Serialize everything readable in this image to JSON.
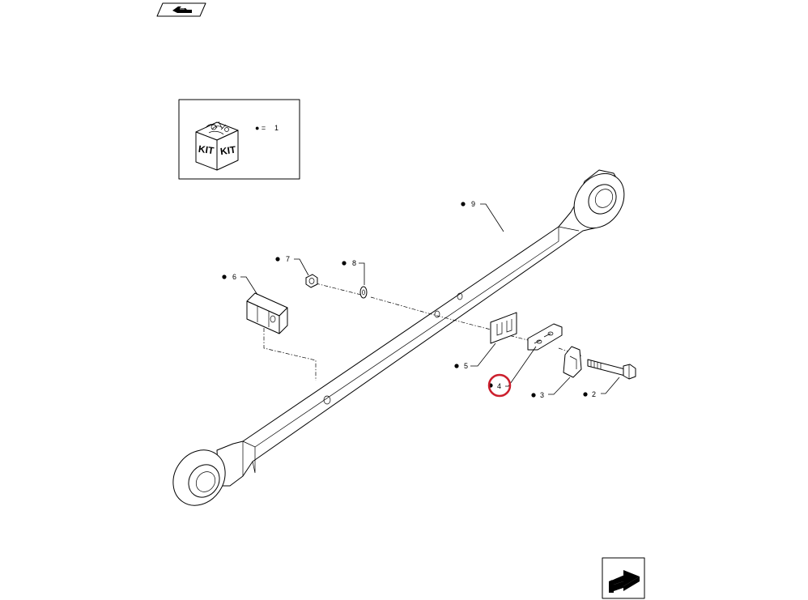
{
  "colors": {
    "line": "#000000",
    "background": "#ffffff",
    "highlight": "#cc1f2d"
  },
  "nav": {
    "previous_icon": "hand-pointing-left-icon",
    "next_icon": "arrow-forward-icon"
  },
  "kit_legend": {
    "icon": "kit-box-icon",
    "box_text": [
      "KIT",
      "KIT"
    ],
    "symbol": "● =",
    "item": "1"
  },
  "callouts": [
    {
      "id": "9",
      "label": "9"
    },
    {
      "id": "7",
      "label": "7"
    },
    {
      "id": "8",
      "label": "8"
    },
    {
      "id": "6",
      "label": "6"
    },
    {
      "id": "5",
      "label": "5"
    },
    {
      "id": "4",
      "label": "4",
      "highlighted": true
    },
    {
      "id": "3",
      "label": "3"
    },
    {
      "id": "2",
      "label": "2"
    }
  ],
  "highlighted_item": "4"
}
